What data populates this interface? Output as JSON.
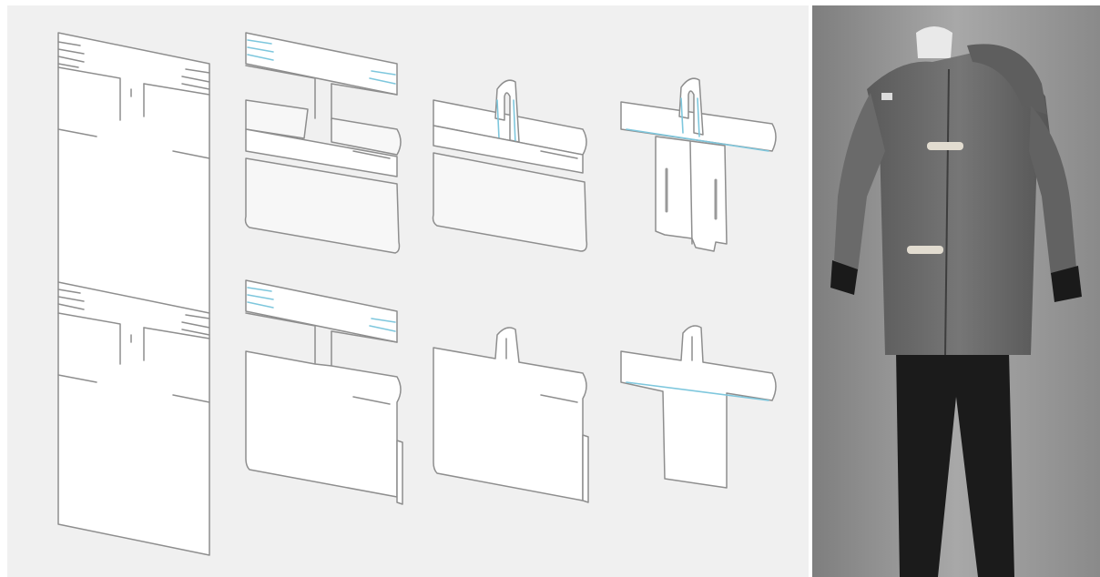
{
  "figure": {
    "rows": [
      "coat-with-sleeve-openings",
      "coat-without-sleeve-openings"
    ],
    "steps_per_row": 4,
    "colors": {
      "background": "#f0f0f0",
      "outline": "#8e8e8e",
      "fold_highlight": "#7ec7dd",
      "photo_backdrop": "#8a8a8a",
      "coat": "#6b6b6b",
      "trousers": "#1a1a1a"
    }
  },
  "photo": {
    "subject": "gray-hooded-duffle-coat-on-mannequin"
  }
}
